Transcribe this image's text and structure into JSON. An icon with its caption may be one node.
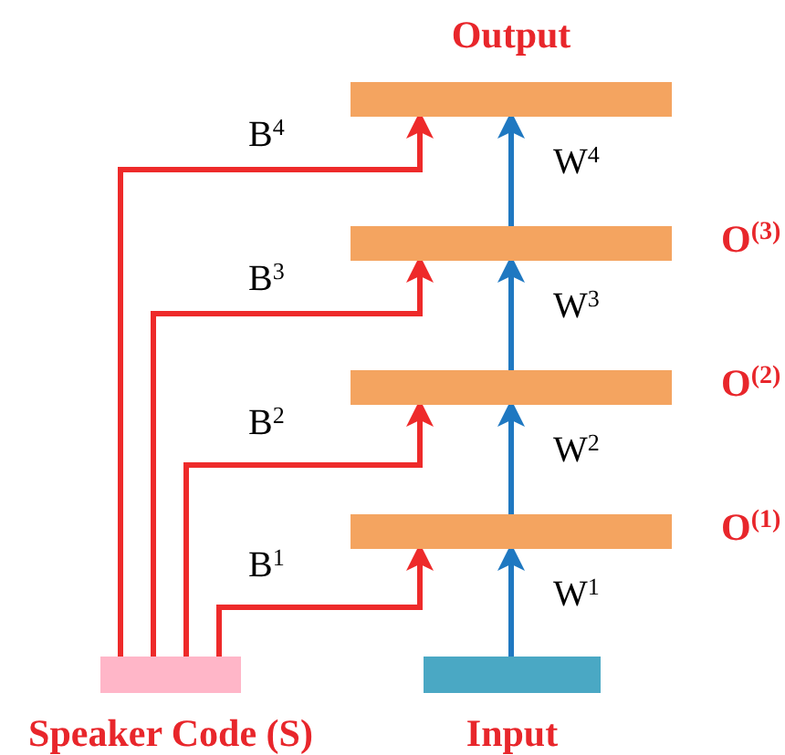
{
  "diagram": {
    "nodes": [
      {
        "text": [
          "Output"
        ]
      },
      {
        "text": [],
        "shape": "bar",
        "beside": [
          "O$^{(3)}$"
        ]
      },
      {
        "text": [],
        "shape": "bar",
        "beside": [
          "O$^{(2)}$"
        ]
      },
      {
        "text": [],
        "shape": "bar",
        "beside": [
          "O$^{(1)}$"
        ]
      },
      {
        "text": [
          "Speaker Code (S)"
        ]
      },
      {
        "text": [
          "Input"
        ]
      }
    ],
    "edges": [
      {
        "from": 5,
        "to": 3,
        "arrow": "to",
        "label": "W$^{1}$",
        "color": "#1f78c1"
      },
      {
        "from": 3,
        "to": 2,
        "arrow": "to",
        "label": "W$^{2}$",
        "color": "#1f78c1"
      },
      {
        "from": 2,
        "to": 1,
        "arrow": "to",
        "label": "W$^{3}$",
        "color": "#1f78c1"
      },
      {
        "from": 1,
        "to": 0,
        "arrow": "to",
        "label": "W$^{4}$",
        "color": "#1f78c1"
      },
      {
        "from": 4,
        "to": 3,
        "arrow": "to",
        "label": "B$^{1}$",
        "color": "#ee2a2a"
      },
      {
        "from": 4,
        "to": 2,
        "arrow": "to",
        "label": "B$^{2}$",
        "color": "#ee2a2a"
      },
      {
        "from": 4,
        "to": 1,
        "arrow": "to",
        "label": "B$^{3}$",
        "color": "#ee2a2a"
      },
      {
        "from": 4,
        "to": 0,
        "arrow": "to",
        "label": "B$^{4}$",
        "color": "#ee2a2a"
      }
    ]
  }
}
